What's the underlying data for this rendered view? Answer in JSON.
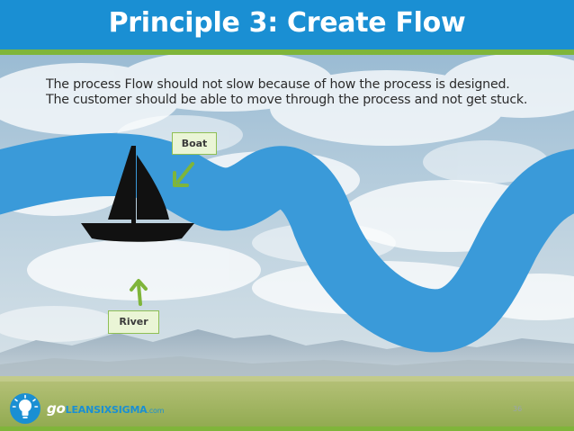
{
  "slide": {
    "title": "Principle 3: Create Flow",
    "body": "The process Flow should not slow because of how the process is designed. The customer should be able to move through the process and not get stuck.",
    "labels": {
      "boat": "Boat",
      "river": "River"
    },
    "page_number": "36"
  },
  "logo": {
    "go": "go",
    "name": "LEANSIXSIGMA",
    "suffix": ".com"
  },
  "colors": {
    "title_bar": "#1a8fd3",
    "accent_green": "#7fb53a",
    "river": "#3a9ad9",
    "label_fill": "#eaf5d6",
    "boat": "#111111"
  },
  "icons": [
    "lightbulb-icon",
    "sailboat-icon",
    "arrow-icon"
  ]
}
